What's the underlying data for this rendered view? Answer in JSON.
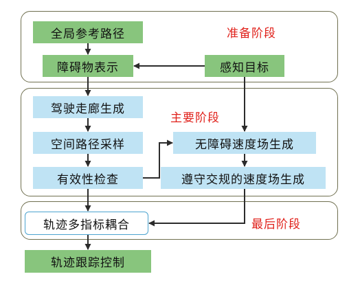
{
  "stages": {
    "prep": "准备阶段",
    "main": "主要阶段",
    "final": "最后阶段"
  },
  "nodes": {
    "global_path": "全局参考路径",
    "obstacle_repr": "障碍物表示",
    "perceive_target": "感知目标",
    "corridor_gen": "驾驶走廊生成",
    "spatial_sampling": "空间路径采样",
    "validity_check": "有效性检查",
    "obstacle_free_speed": "无障碍速度场生成",
    "rule_speed": "遵守交规的速度场生成",
    "multi_coupling": "轨迹多指标耦合",
    "tracking_control": "轨迹跟踪控制"
  },
  "colors": {
    "green_fill": "#88c57d",
    "blue_fill": "#bfe3f4",
    "outline_border": "#4ba3cf",
    "stage_label": "#e0201a",
    "arrow": "#2b2b2b"
  }
}
